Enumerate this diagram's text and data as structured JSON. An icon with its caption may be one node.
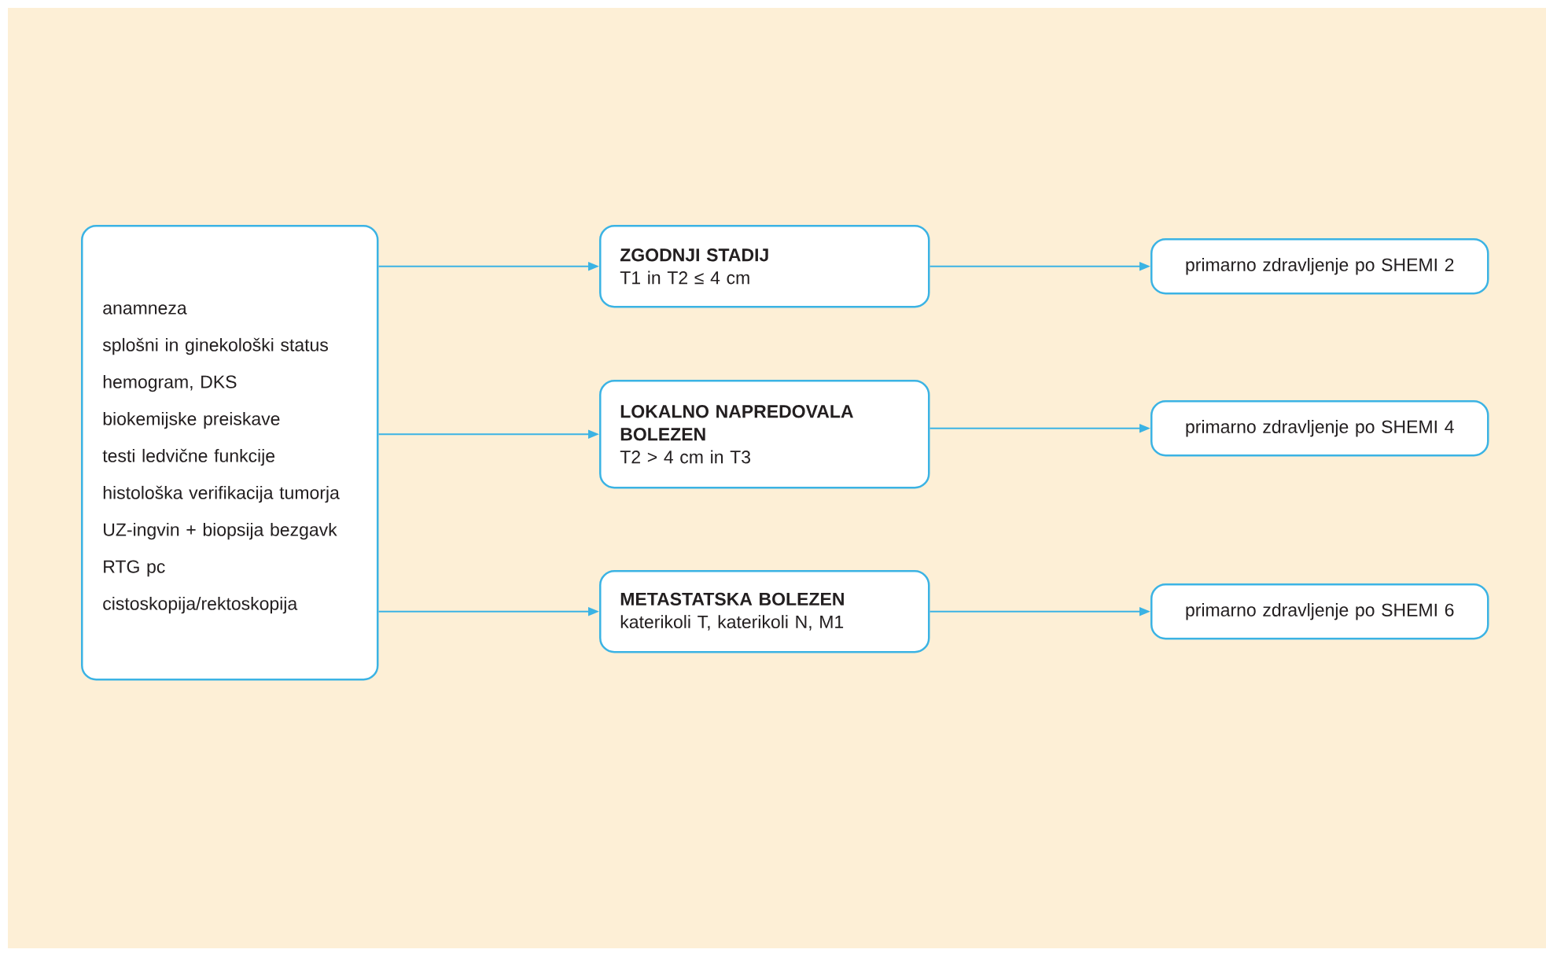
{
  "diagram": {
    "nodes": [
      {
        "text": [
          "anamneza",
          "splošni in ginekološki status",
          "hemogram, DKS",
          "biokemijske preiskave",
          "testi ledvične funkcije",
          "histološka verifikacija tumorja",
          "UZ-ingvin + biopsija bezgavk",
          "RTG pc",
          "cistoskopija/rektoskopija"
        ]
      },
      {
        "text": [
          "ZGODNJI STADIJ",
          "T1 in T2 ≤ 4 cm"
        ]
      },
      {
        "text": [
          "LOKALNO NAPREDOVALA BOLEZEN",
          "T2 > 4 cm in T3"
        ]
      },
      {
        "text": [
          "METASTATSKA BOLEZEN",
          "katerikoli T, katerikoli N, M1"
        ]
      },
      {
        "text": [
          "primarno zdravljenje po SHEMI 2"
        ]
      },
      {
        "text": [
          "primarno zdravljenje po SHEMI 4"
        ]
      },
      {
        "text": [
          "primarno zdravljenje po SHEMI 6"
        ]
      }
    ],
    "edges": [
      {
        "from": 0,
        "to": 1,
        "arrow": "to"
      },
      {
        "from": 0,
        "to": 2,
        "arrow": "to"
      },
      {
        "from": 0,
        "to": 3,
        "arrow": "to"
      },
      {
        "from": 1,
        "to": 4,
        "arrow": "to"
      },
      {
        "from": 2,
        "to": 5,
        "arrow": "to"
      },
      {
        "from": 3,
        "to": 6,
        "arrow": "to"
      }
    ]
  }
}
